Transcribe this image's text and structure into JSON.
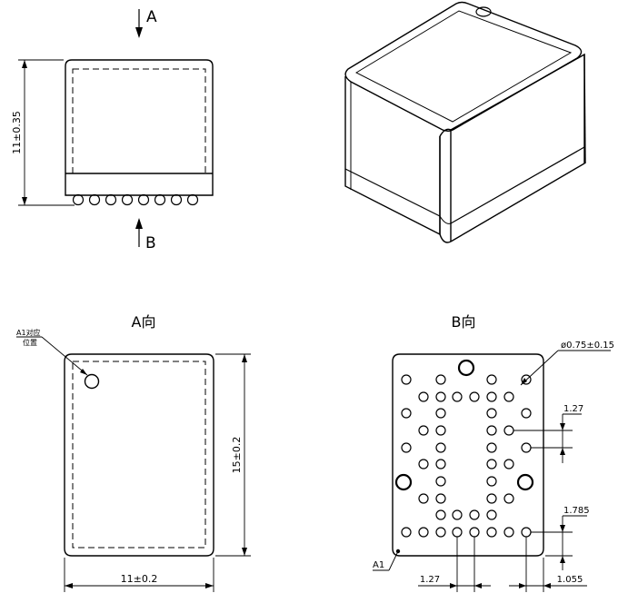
{
  "front_view": {
    "height_dim": "11±0.35",
    "arrow_a_label": "A",
    "arrow_b_label": "B"
  },
  "view_a": {
    "title": "A向",
    "callout_line1": "A1对应",
    "callout_line2": "位置",
    "height_dim": "15±0.2",
    "width_dim": "11±0.2"
  },
  "view_b": {
    "title": "B向",
    "hole_dim": "ø0.75±0.15",
    "pitch_dim": "1.27",
    "edge_dim_y": "1.785",
    "pitch_dim_bottom": "1.27",
    "edge_dim_x": "1.055",
    "a1_label": "A1"
  }
}
